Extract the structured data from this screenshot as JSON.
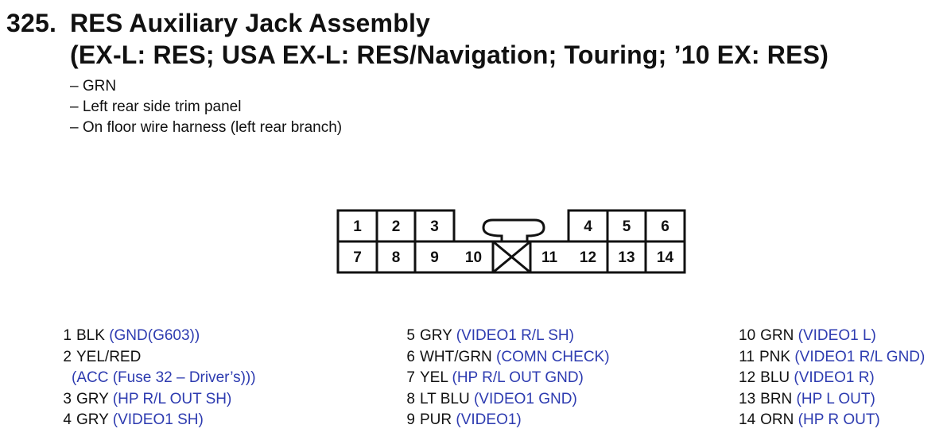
{
  "title": {
    "number": "325.",
    "line1": "RES Auxiliary Jack Assembly",
    "line2": "(EX-L: RES; USA EX-L: RES/Navigation; Touring; ’10 EX: RES)"
  },
  "notes": [
    "– GRN",
    "– Left rear side trim panel",
    "– On floor wire harness (left rear branch)"
  ],
  "connector": {
    "top_row": [
      "1",
      "2",
      "3",
      "4",
      "5",
      "6"
    ],
    "bottom_row": [
      "7",
      "8",
      "9",
      "10",
      "11",
      "12",
      "13",
      "14"
    ]
  },
  "pins": [
    {
      "num": "1",
      "color": "BLK",
      "circuit": "(GND(G603))"
    },
    {
      "num": "2",
      "color": "YEL/RED",
      "circuit": "(ACC (Fuse 32 – Driver’s)))"
    },
    {
      "num": "3",
      "color": "GRY",
      "circuit": "(HP R/L OUT SH)"
    },
    {
      "num": "4",
      "color": "GRY",
      "circuit": "(VIDEO1 SH)"
    },
    {
      "num": "5",
      "color": "GRY",
      "circuit": "(VIDEO1 R/L SH)"
    },
    {
      "num": "6",
      "color": "WHT/GRN",
      "circuit": "(COMN CHECK)"
    },
    {
      "num": "7",
      "color": "YEL",
      "circuit": "(HP R/L OUT GND)"
    },
    {
      "num": "8",
      "color": "LT BLU",
      "circuit": "(VIDEO1 GND)"
    },
    {
      "num": "9",
      "color": "PUR",
      "circuit": "(VIDEO1)"
    },
    {
      "num": "10",
      "color": "GRN",
      "circuit": "(VIDEO1 L)"
    },
    {
      "num": "11",
      "color": "PNK",
      "circuit": "(VIDEO1 R/L GND)"
    },
    {
      "num": "12",
      "color": "BLU",
      "circuit": "(VIDEO1 R)"
    },
    {
      "num": "13",
      "color": "BRN",
      "circuit": "(HP L OUT)"
    },
    {
      "num": "14",
      "color": "ORN",
      "circuit": "(HP R OUT)"
    }
  ],
  "colors": {
    "text": "#111111",
    "circuit_text": "#2d3bb0",
    "line": "#111111"
  }
}
